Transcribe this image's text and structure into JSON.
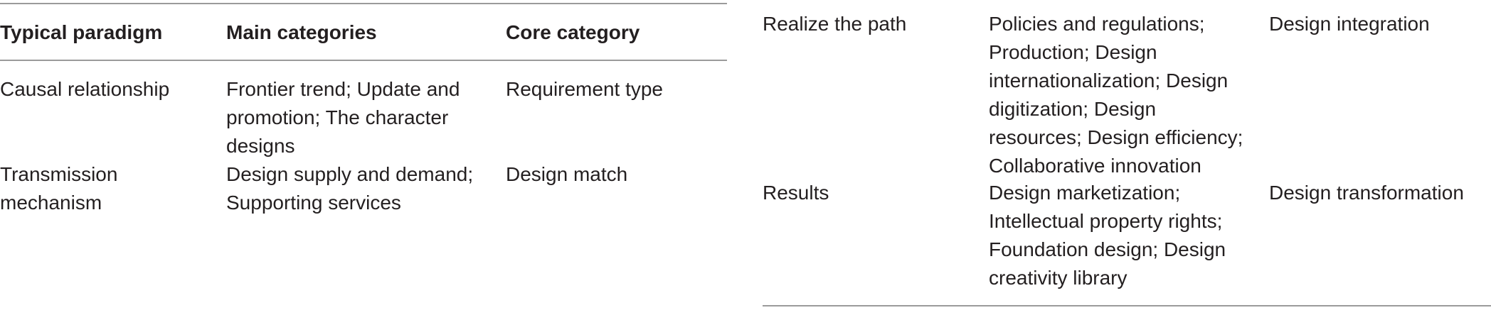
{
  "table": {
    "headers": [
      "Typical paradigm",
      "Main categories",
      "Core category"
    ],
    "rows": [
      {
        "paradigm": "Causal relationship",
        "categories": "Frontier trend; Update and promotion; The character designs",
        "core": "Requirement type"
      },
      {
        "paradigm": "Transmission mechanism",
        "categories": "Design supply and demand; Supporting services",
        "core": "Design match"
      },
      {
        "paradigm": "Realize the path",
        "categories": "Policies and regulations; Production; Design internationalization; Design digitization; Design resources; Design efficiency; Collaborative innovation",
        "core": "Design integration"
      },
      {
        "paradigm": "Results",
        "categories": "Design marketization; Intellectual property rights; Foundation design; Design creativity library",
        "core": "Design transformation"
      }
    ]
  }
}
